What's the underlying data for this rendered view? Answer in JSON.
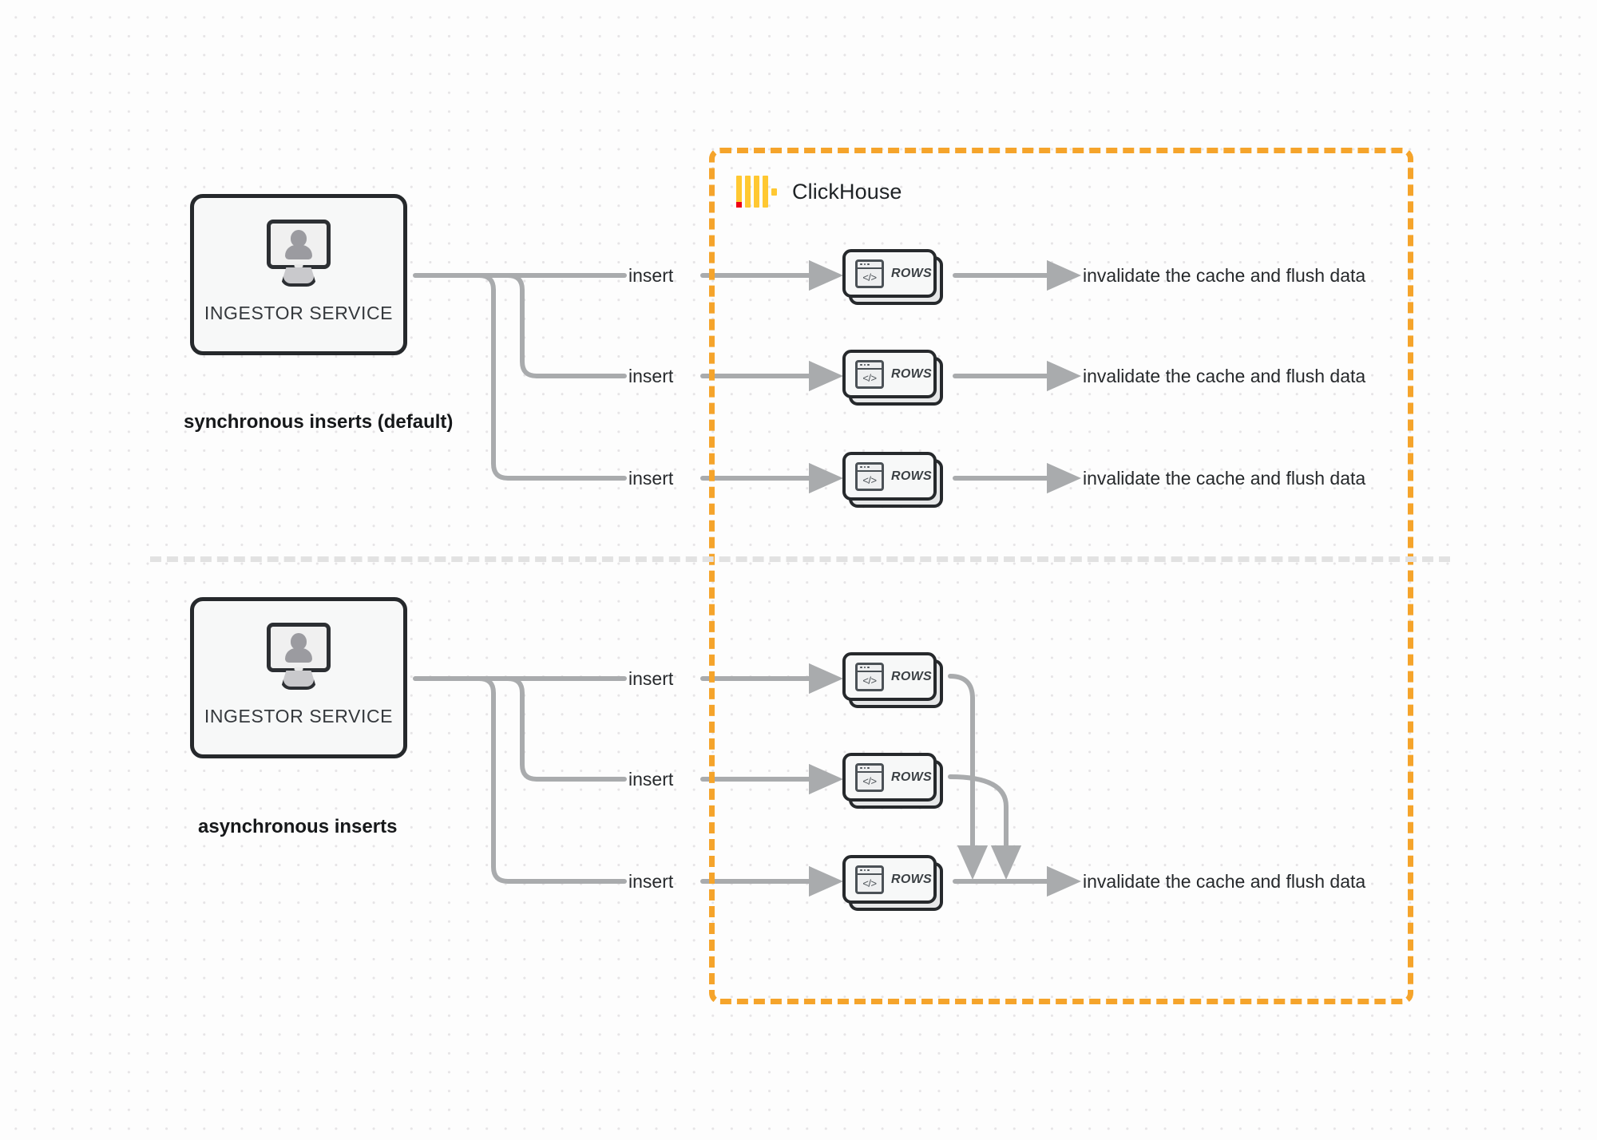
{
  "diagram": {
    "title": "ClickHouse synchronous vs asynchronous inserts",
    "background": "#fdfdfd",
    "accent_orange": "#f5a42b",
    "line_gray": "#a9abad",
    "dark": "#26292c"
  },
  "clickhouse_boundary": {
    "brand_name": "ClickHouse",
    "logo_icon": "clickhouse-logo-icon",
    "border_style": "dashed",
    "border_color": "#f5a42b"
  },
  "sections": [
    {
      "id": "synchronous",
      "caption": "synchronous inserts (default)",
      "ingestor": {
        "label": "INGESTOR SERVICE",
        "icon": "monitor-user-icon"
      },
      "flows": [
        {
          "insert_label": "insert",
          "card_label": "ROWS",
          "card_icon": "code-window-icon",
          "outcome": "invalidate the cache and flush data"
        },
        {
          "insert_label": "insert",
          "card_label": "ROWS",
          "card_icon": "code-window-icon",
          "outcome": "invalidate the cache and flush data"
        },
        {
          "insert_label": "insert",
          "card_label": "ROWS",
          "card_icon": "code-window-icon",
          "outcome": "invalidate the cache and flush data"
        }
      ]
    },
    {
      "id": "asynchronous",
      "caption": "asynchronous inserts",
      "ingestor": {
        "label": "INGESTOR SERVICE",
        "icon": "monitor-user-icon"
      },
      "flows": [
        {
          "insert_label": "insert",
          "card_label": "ROWS",
          "card_icon": "code-window-icon"
        },
        {
          "insert_label": "insert",
          "card_label": "ROWS",
          "card_icon": "code-window-icon"
        },
        {
          "insert_label": "insert",
          "card_label": "ROWS",
          "card_icon": "code-window-icon"
        }
      ],
      "merged_outcome": "invalidate the cache and flush data"
    }
  ],
  "code_glyph": "</>"
}
